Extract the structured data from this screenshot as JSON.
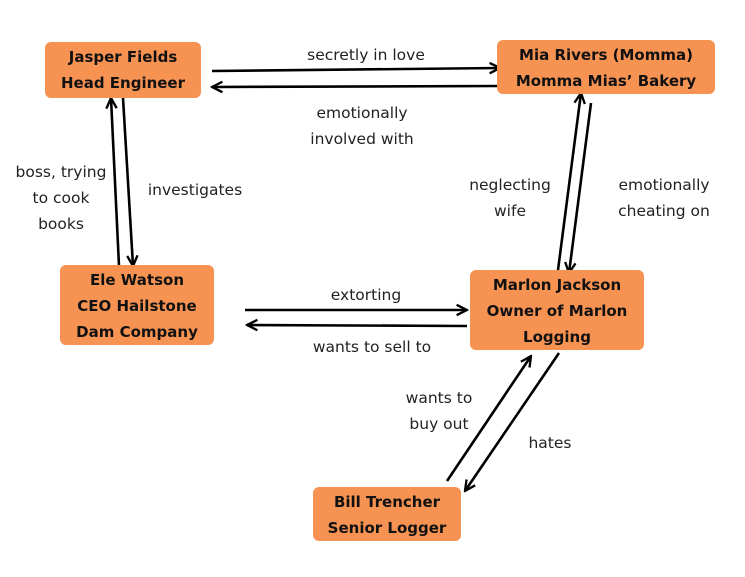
{
  "colors": {
    "node_fill": "#f79352",
    "arrow": "#000000",
    "text": "#222222"
  },
  "nodes": {
    "jasper": {
      "line1": "Jasper Fields",
      "line2": "Head Engineer"
    },
    "mia": {
      "line1": "Mia Rivers (Momma)",
      "line2": "Momma Mias’ Bakery"
    },
    "ele": {
      "line1": "Ele Watson",
      "line2": "CEO Hailstone",
      "line3": "Dam Company"
    },
    "marlon": {
      "line1": "Marlon Jackson",
      "line2": "Owner of Marlon",
      "line3": "Logging"
    },
    "bill": {
      "line1": "Bill Trencher",
      "line2": "Senior Logger"
    }
  },
  "edges": {
    "jasper_mia": "secretly in love",
    "mia_jasper": {
      "line1": "emotionally",
      "line2": "involved with"
    },
    "ele_jasper": {
      "line1": "boss, trying",
      "line2": "to cook",
      "line3": "books"
    },
    "jasper_ele": "investigates",
    "marlon_mia": {
      "line1": "neglecting",
      "line2": "wife"
    },
    "mia_marlon": {
      "line1": "emotionally",
      "line2": "cheating on"
    },
    "ele_marlon": "extorting",
    "marlon_ele": "wants to sell to",
    "bill_marlon": {
      "line1": "wants to",
      "line2": "buy out"
    },
    "marlon_bill": "hates"
  }
}
